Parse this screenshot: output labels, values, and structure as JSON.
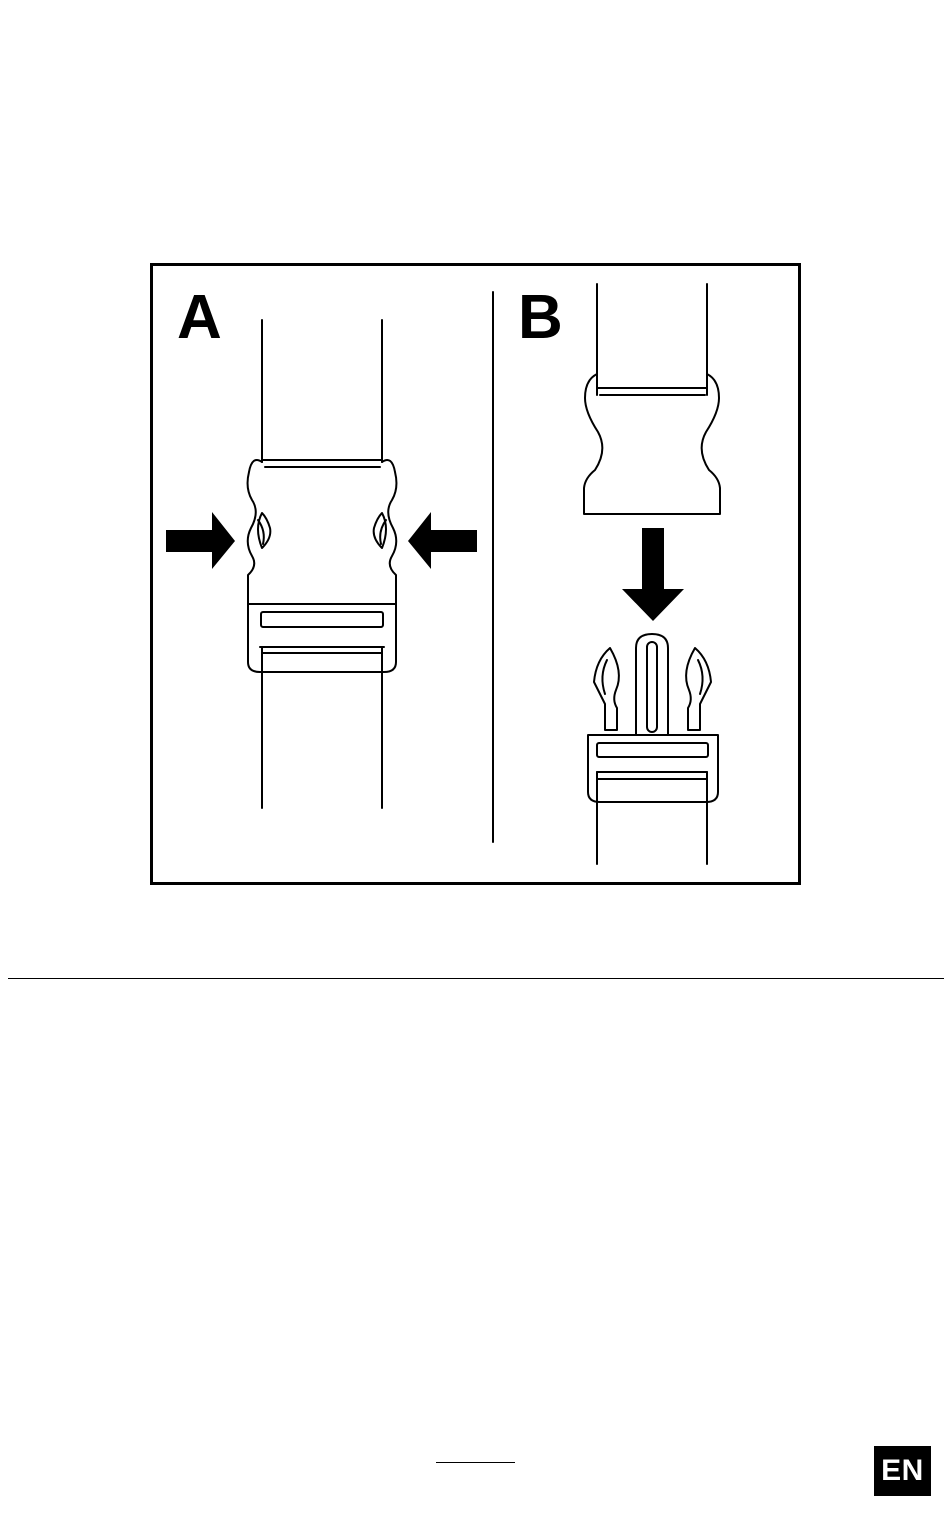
{
  "figure": {
    "panel_a_label": "A",
    "panel_b_label": "B",
    "panel_a_icons": [
      "buckle-closed-icon",
      "press-arrow-left-icon",
      "press-arrow-right-icon"
    ],
    "panel_b_icons": [
      "buckle-female-icon",
      "insert-arrow-down-icon",
      "buckle-male-icon"
    ]
  },
  "footer": {
    "language_badge": "EN",
    "badge_color": "#000000"
  }
}
